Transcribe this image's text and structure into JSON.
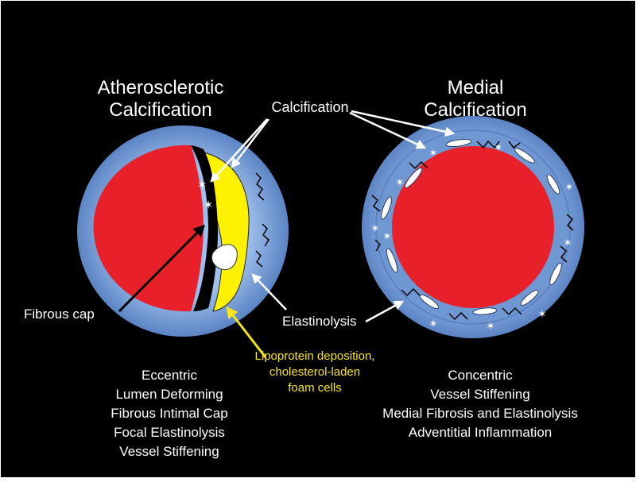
{
  "titles": {
    "left": [
      "Atherosclerotic",
      "Calcification"
    ],
    "right": [
      "Medial",
      "Calcification"
    ]
  },
  "labels": {
    "calcification": "Calcification",
    "fibrous_cap": "Fibrous cap",
    "elastinolysis": "Elastinolysis",
    "lipoprotein": [
      "Lipoprotein deposition,",
      "cholesterol-laden",
      "foam cells"
    ]
  },
  "features": {
    "left": [
      "Eccentric",
      "Lumen Deforming",
      "Fibrous Intimal Cap",
      "Focal Elastinolysis",
      "Vessel Stiffening"
    ],
    "right": [
      "Concentric",
      "Vessel Stiffening",
      "Medial Fibrosis and Elastinolysis",
      "Adventitial Inflammation"
    ]
  },
  "colors": {
    "background": "#000000",
    "vessel_wall": "#7EA6DA",
    "lumen": "#E8202A",
    "plaque": "#FFF200",
    "lipoprotein_text": "#F7E51B",
    "text": "#FFFFFF"
  }
}
